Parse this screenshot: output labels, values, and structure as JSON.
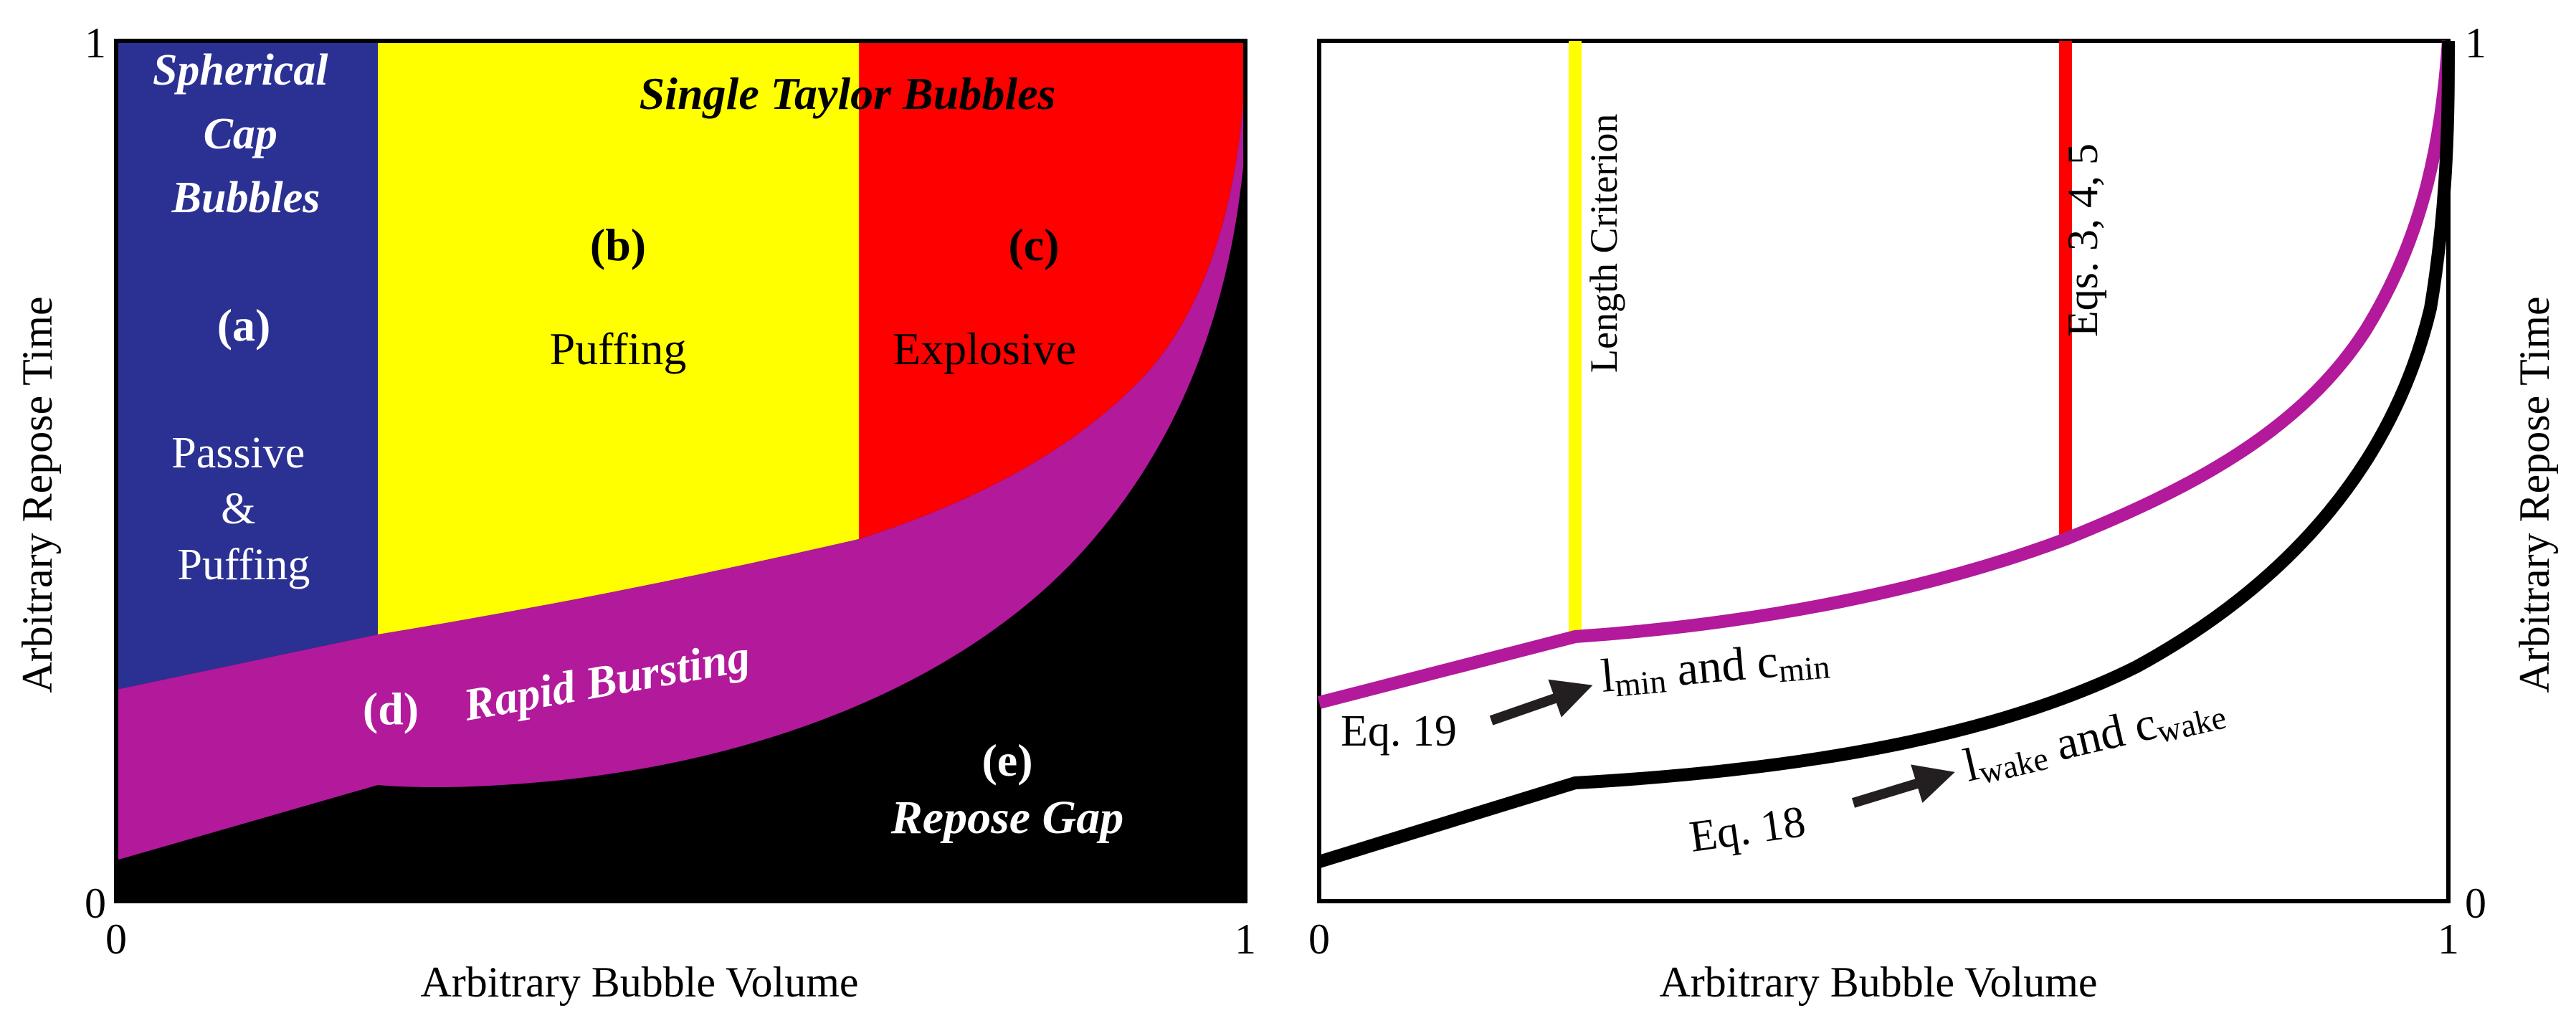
{
  "left_panel": {
    "y_axis_label": "Arbitrary Repose Time",
    "x_axis_label": "Arbitrary Bubble Volume",
    "ticks": {
      "y_top": "1",
      "y_bottom": "0",
      "x_left": "0",
      "x_right": "1"
    },
    "headers": {
      "spherical_cap": [
        "Spherical",
        "Cap",
        "Bubbles"
      ],
      "single_taylor": "Single Taylor Bubbles"
    },
    "regions": [
      {
        "letter": "(a)",
        "lines": [
          "Passive",
          "&",
          "Puffing"
        ],
        "color": "#2b3192"
      },
      {
        "letter": "(b)",
        "lines": [
          "Puffing"
        ],
        "color": "#ffff00"
      },
      {
        "letter": "(c)",
        "lines": [
          "Explosive"
        ],
        "color": "#ff0000"
      },
      {
        "letter": "(d)",
        "lines": [
          "Rapid Bursting"
        ],
        "color": "#b2199b"
      },
      {
        "letter": "(e)",
        "lines": [
          "Repose Gap"
        ],
        "color": "#000000"
      }
    ]
  },
  "right_panel": {
    "y_axis_label": "Arbitrary Repose Time",
    "x_axis_label": "Arbitrary Bubble Volume",
    "ticks": {
      "y_top": "1",
      "y_bottom": "0",
      "x_left": "0",
      "x_right": "1"
    },
    "vertical_lines": [
      {
        "label": "Length Criterion",
        "color": "#ffff00"
      },
      {
        "label": "Eqs. 3, 4, 5",
        "color": "#ff0000"
      }
    ],
    "curves": [
      {
        "eq": "Eq. 19",
        "label_main": "l",
        "label_sub": "min",
        "label_mid": " and c",
        "label_sub2": "min",
        "color": "#b2199b"
      },
      {
        "eq": "Eq. 18",
        "label_main": "l",
        "label_sub": "wake",
        "label_mid": " and c",
        "label_sub2": "wake",
        "color": "#000000"
      }
    ]
  }
}
